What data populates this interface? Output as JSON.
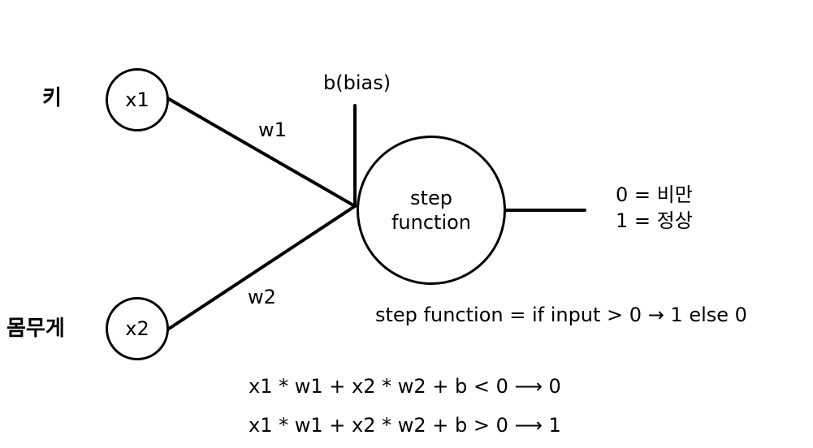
{
  "diagram": {
    "inputs": [
      {
        "name_label": "키",
        "node_label": "x1",
        "weight_label": "w1"
      },
      {
        "name_label": "몸무게",
        "node_label": "x2",
        "weight_label": "w2"
      }
    ],
    "bias_label": "b(bias)",
    "activation": {
      "line1": "step",
      "line2": "function"
    },
    "outputs": {
      "line1": "0 = 비만",
      "line2": "1 = 정상"
    },
    "step_definition": "step function = if input > 0 → 1 else 0",
    "equations": [
      "x1 * w1 + x2 * w2 + b < 0 ⟶ 0",
      "x1 * w1 + x2 * w2 + b > 0 ⟶ 1"
    ],
    "colors": {
      "stroke": "#000000",
      "background": "#ffffff"
    }
  }
}
